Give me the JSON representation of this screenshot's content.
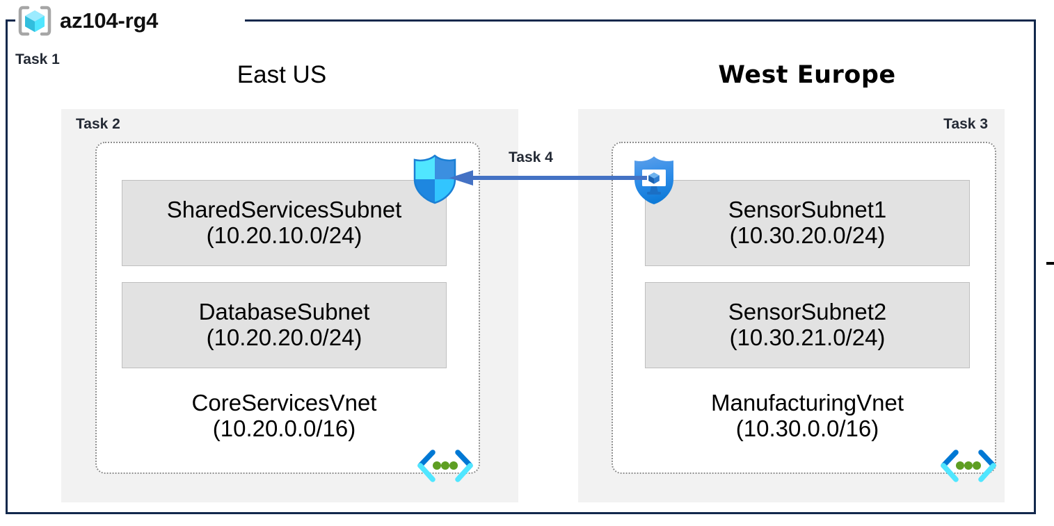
{
  "resource_group": {
    "name": "az104-rg4",
    "icon": "azure-resource-group-icon",
    "task_label": "Task 1",
    "border_color": "#12284C"
  },
  "regions": [
    {
      "id": "east-us",
      "title": "East US",
      "task_label": "Task 2",
      "task_label_align": "left",
      "vnet": {
        "name": "CoreServicesVnet",
        "cidr": "(10.20.0.0/16)",
        "icon": "virtual-network-icon",
        "subnets": [
          {
            "name": "SharedServicesSubnet",
            "cidr": "(10.20.10.0/24)"
          },
          {
            "name": "DatabaseSubnet",
            "cidr": "(10.20.20.0/24)"
          }
        ],
        "attached_icon": "network-security-group-shield-icon"
      }
    },
    {
      "id": "west-europe",
      "title": "West Europe",
      "task_label": "Task 3",
      "task_label_align": "right",
      "vnet": {
        "name": "ManufacturingVnet",
        "cidr": "(10.30.0.0/16)",
        "icon": "virtual-network-icon",
        "subnets": [
          {
            "name": "SensorSubnet1",
            "cidr": "(10.30.20.0/24)"
          },
          {
            "name": "SensorSubnet2",
            "cidr": "(10.30.21.0/24)"
          }
        ],
        "attached_icon": "network-watcher-shield-icon"
      }
    }
  ],
  "connector": {
    "task_label": "Task 4",
    "direction": "right-to-left",
    "color": "#4472C4"
  },
  "colors": {
    "region_background": "#F2F2F2",
    "subnet_background": "#E2E2E2",
    "subnet_border": "#BFBFBF",
    "vnet_border": "#8C8C8C",
    "task_text": "#242A35",
    "arrow": "#4472C4",
    "rg_border": "#12284C",
    "icon_cyan": "#50E6FF",
    "icon_blue": "#0078D4",
    "icon_green": "#5E9E22"
  }
}
